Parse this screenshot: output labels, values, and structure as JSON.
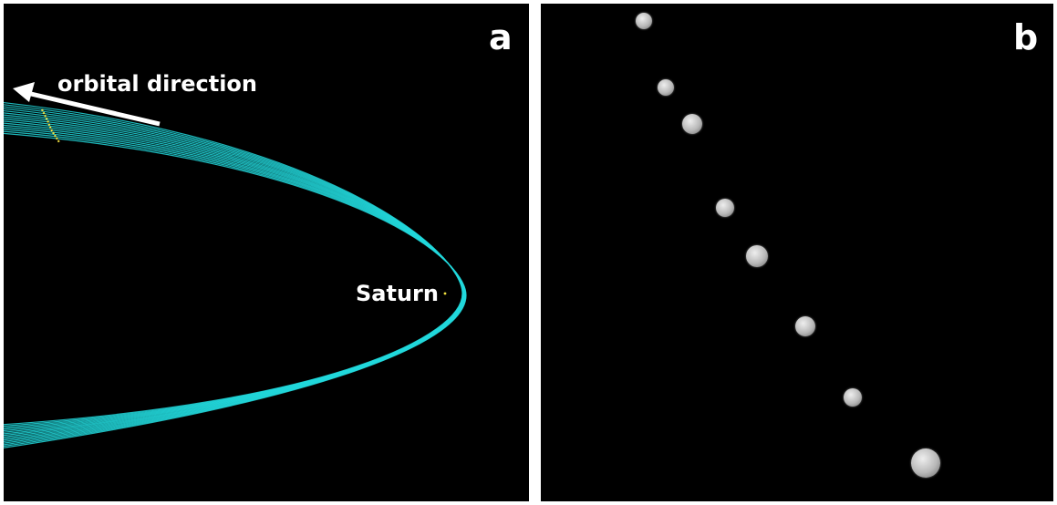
{
  "panel_a": {
    "letter": "a",
    "direction_label": "orbital direction",
    "planet_label": "Saturn",
    "colors": {
      "orbits": "#22d8dc",
      "particles": "#f0e040",
      "planet": "#f0e040",
      "text": "#ffffff",
      "background": "#000000"
    }
  },
  "panel_b": {
    "letter": "b",
    "colors": {
      "clumps": "#b8b8b8",
      "background": "#000000"
    }
  }
}
